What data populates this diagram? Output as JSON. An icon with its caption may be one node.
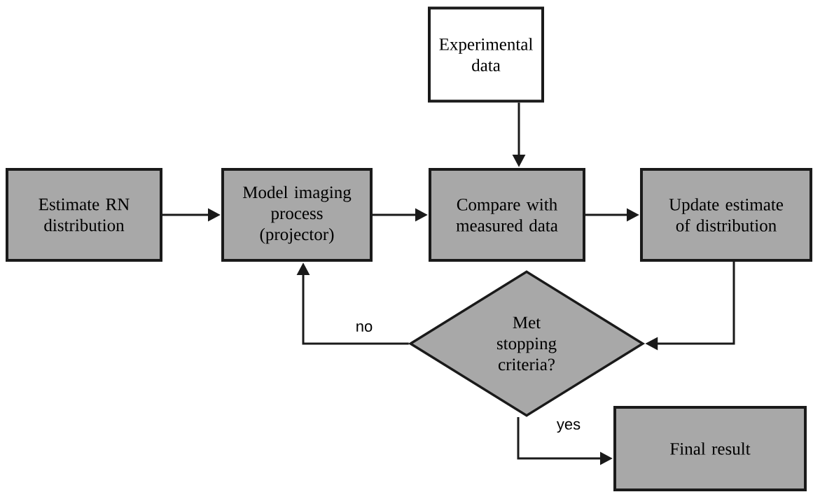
{
  "diagram": {
    "nodes": [
      {
        "text": [
          "Experimental data"
        ]
      },
      {
        "text": [
          "Estimate RN distribution"
        ]
      },
      {
        "text": [
          "Model imaging process (projector)"
        ]
      },
      {
        "text": [
          "Compare with measured data"
        ]
      },
      {
        "text": [
          "Update estimate of distribution"
        ]
      },
      {
        "text": [
          "Met stopping criteria?"
        ]
      },
      {
        "text": [
          "Final result"
        ]
      }
    ],
    "edges": [
      {
        "from": 0,
        "to": 3,
        "arrow": "to"
      },
      {
        "from": 1,
        "to": 2,
        "arrow": "to"
      },
      {
        "from": 2,
        "to": 3,
        "arrow": "to"
      },
      {
        "from": 3,
        "to": 4,
        "arrow": "to"
      },
      {
        "from": 4,
        "to": 5,
        "arrow": "to"
      },
      {
        "from": 5,
        "to": 2,
        "arrow": "to",
        "label": "no"
      },
      {
        "from": 5,
        "to": 6,
        "arrow": "to",
        "label": "yes"
      }
    ]
  }
}
